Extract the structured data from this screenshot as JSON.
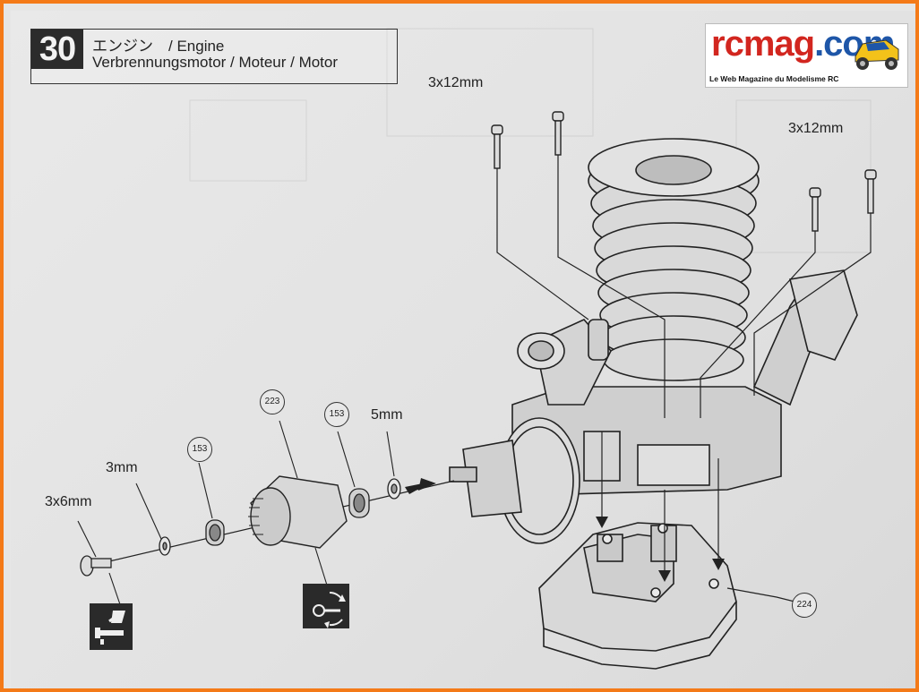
{
  "step": {
    "number": "30",
    "title_line1": "エンジン　/ Engine",
    "title_line2": "Verbrennungsmotor / Moteur / Motor"
  },
  "logo": {
    "text": ".com",
    "prefix": "rcmag",
    "tagline": "Le Web Magazine du Modelisme RC"
  },
  "screw_labels": {
    "left_top": "3x12mm",
    "right_top": "3x12mm",
    "clutch_screw": "3x6mm",
    "washer_small": "3mm",
    "washer_large": "5mm"
  },
  "part_numbers": {
    "bearing_left": "153",
    "clutch_bell": "223",
    "bearing_right": "153",
    "engine_mount": "224"
  },
  "icons": {
    "thread_lock": "thread-lock-icon",
    "rotate": "rotate-check-icon"
  },
  "colors": {
    "frame": "#f47a18",
    "logo_blue": "#1e56a8",
    "logo_red": "#d2261f",
    "ink": "#2b2b2b"
  }
}
